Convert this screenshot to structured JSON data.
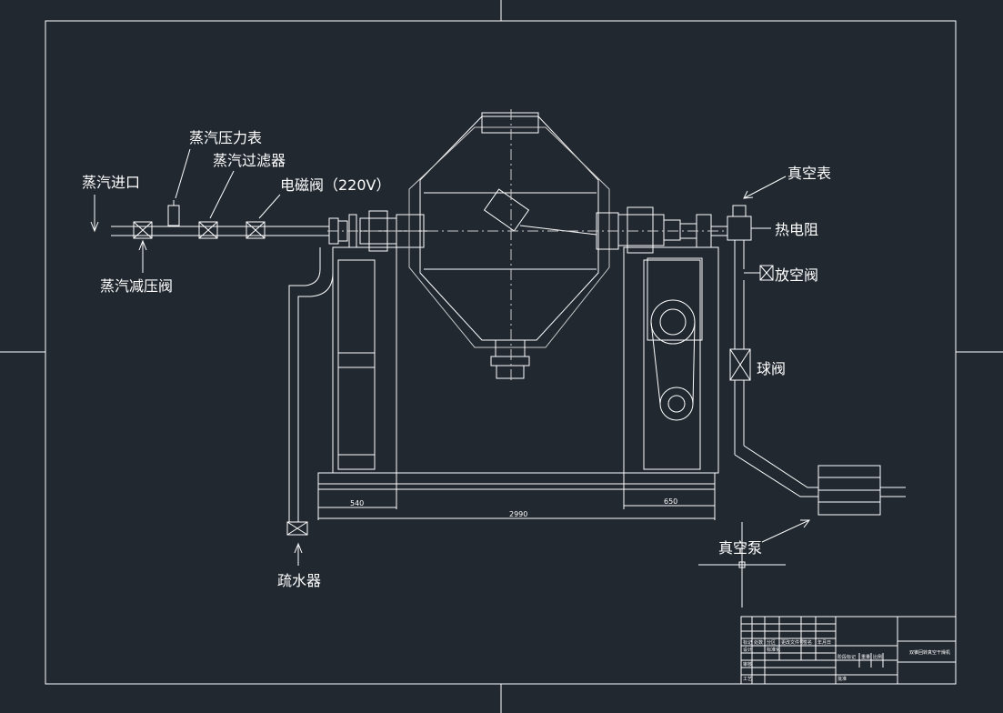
{
  "colors": {
    "background": "#212830",
    "lines": "#ffffff",
    "accent": "#d9d9d9"
  },
  "labels": {
    "steam_inlet": "蒸汽进口",
    "steam_pressure_gauge": "蒸汽压力表",
    "steam_filter": "蒸汽过滤器",
    "solenoid_valve": "电磁阀（220V）",
    "steam_reducing_valve": "蒸汽减压阀",
    "vacuum_gauge": "真空表",
    "thermal_resistor": "热电阻",
    "vent_valve": "放空阀",
    "ball_valve": "球阀",
    "vacuum_pump": "真空泵",
    "steam_trap": "疏水器"
  },
  "dimensions": {
    "left": "540",
    "right": "650",
    "total": "2990"
  },
  "title_block": {
    "drawing_name": "双锥回转真空干燥机",
    "cells": [
      "标记",
      "处数",
      "分区",
      "更改文件号",
      "签名",
      "年月日",
      "设计",
      "标准化",
      "阶段标记",
      "重量",
      "比例",
      "审核",
      "工艺",
      "批准"
    ]
  }
}
